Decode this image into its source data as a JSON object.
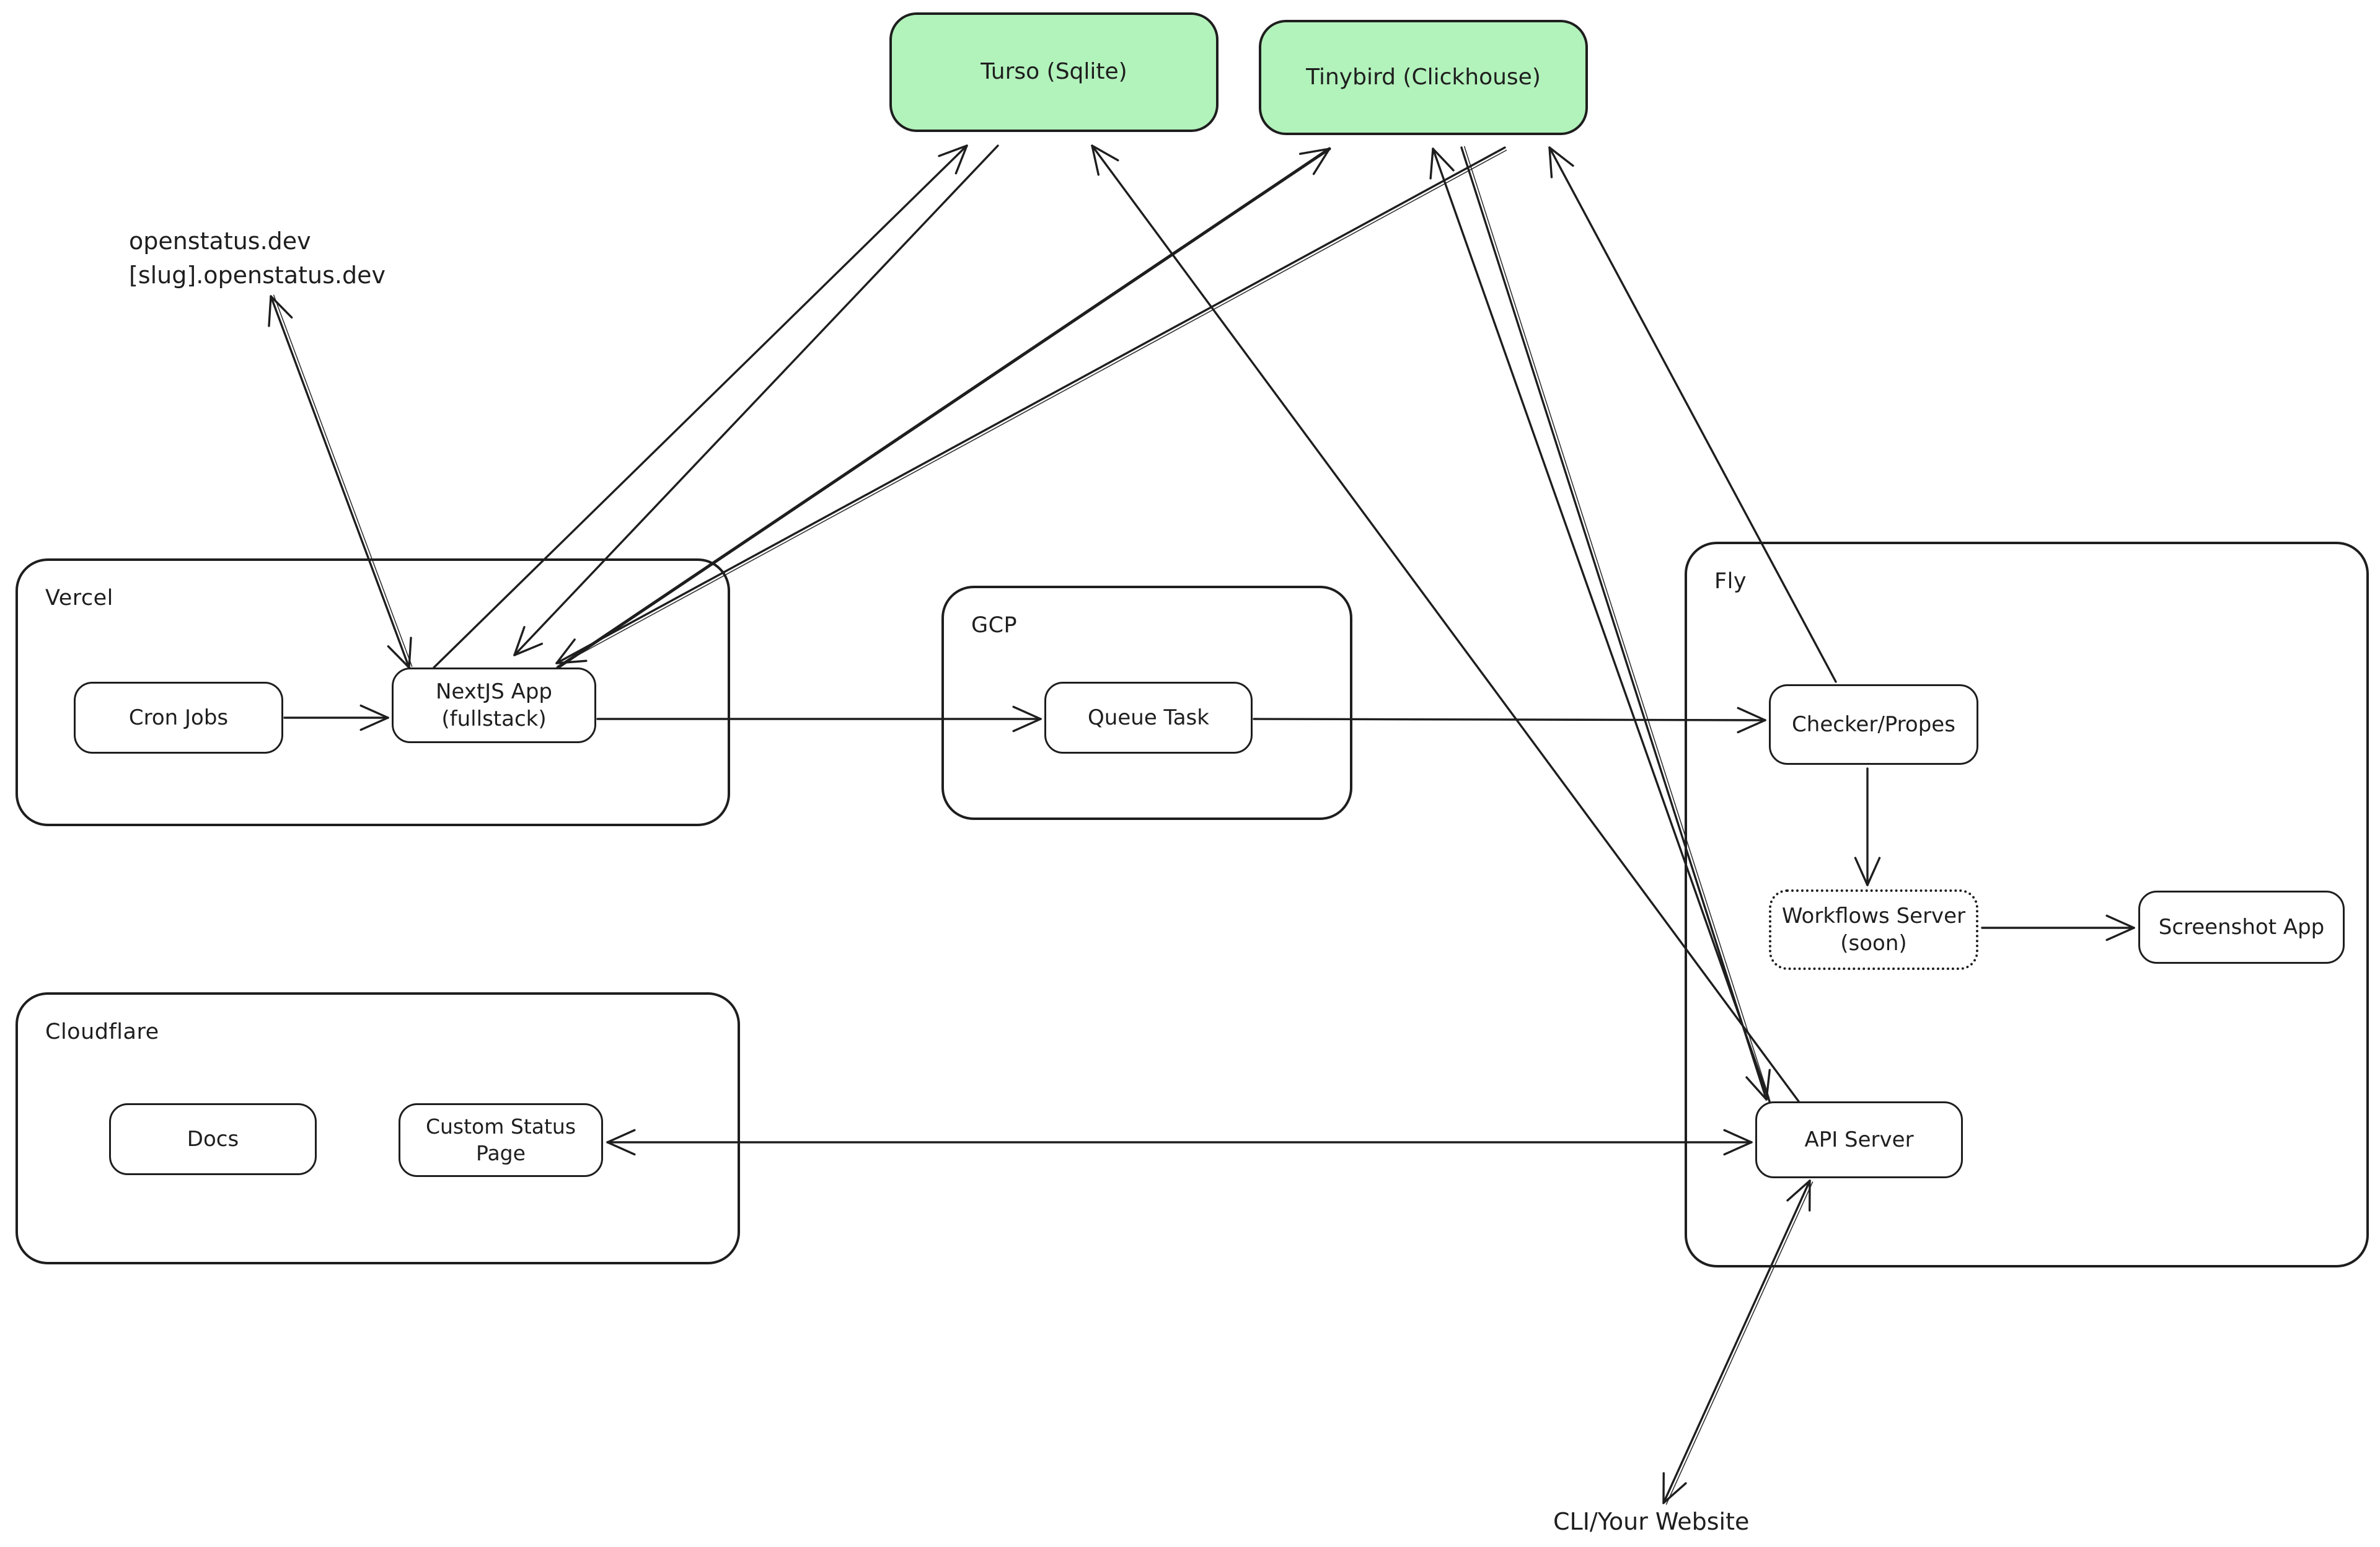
{
  "diagram": {
    "description": "openstatus architecture diagram (hand-drawn style)"
  },
  "colors": {
    "green_fill": "#b2f2bb",
    "stroke": "#1e1e1e",
    "background": "#ffffff"
  },
  "containers": {
    "vercel": {
      "label": "Vercel"
    },
    "gcp": {
      "label": "GCP"
    },
    "fly": {
      "label": "Fly"
    },
    "cloudflare": {
      "label": "Cloudflare"
    }
  },
  "nodes": {
    "turso": {
      "label": "Turso (Sqlite)"
    },
    "tinybird": {
      "label": "Tinybird (Clickhouse)"
    },
    "cron": {
      "label": "Cron Jobs"
    },
    "nextjs": {
      "line1": "NextJS App",
      "line2": "(fullstack)"
    },
    "queue": {
      "label": "Queue Task"
    },
    "checker": {
      "label": "Checker/Propes"
    },
    "workflows": {
      "line1": "Workflows Server",
      "line2": "(soon)"
    },
    "screenshot": {
      "label": "Screenshot App"
    },
    "api": {
      "label": "API Server"
    },
    "docs": {
      "label": "Docs"
    },
    "status_page": {
      "label": "Custom Status Page"
    }
  },
  "floating": {
    "domains_line1": "openstatus.dev",
    "domains_line2": "[slug].openstatus.dev",
    "cli": "CLI/Your Website"
  },
  "edges": [
    {
      "from": "domains",
      "to": "nextjs",
      "heads": "both"
    },
    {
      "from": "nextjs",
      "to": "turso",
      "heads": "end"
    },
    {
      "from": "turso",
      "to": "nextjs",
      "heads": "end"
    },
    {
      "from": "nextjs",
      "to": "tinybird",
      "heads": "end"
    },
    {
      "from": "tinybird",
      "to": "nextjs",
      "heads": "end"
    },
    {
      "from": "api",
      "to": "turso",
      "heads": "end"
    },
    {
      "from": "api",
      "to": "tinybird",
      "heads": "end"
    },
    {
      "from": "tinybird",
      "to": "api",
      "heads": "end"
    },
    {
      "from": "checker",
      "to": "tinybird",
      "heads": "end"
    },
    {
      "from": "cron",
      "to": "nextjs",
      "heads": "end"
    },
    {
      "from": "nextjs",
      "to": "queue",
      "heads": "end"
    },
    {
      "from": "queue",
      "to": "checker",
      "heads": "end"
    },
    {
      "from": "checker",
      "to": "workflows",
      "heads": "end"
    },
    {
      "from": "workflows",
      "to": "screenshot",
      "heads": "end"
    },
    {
      "from": "api",
      "to": "status_page",
      "heads": "both"
    },
    {
      "from": "api",
      "to": "cli",
      "heads": "both"
    }
  ]
}
